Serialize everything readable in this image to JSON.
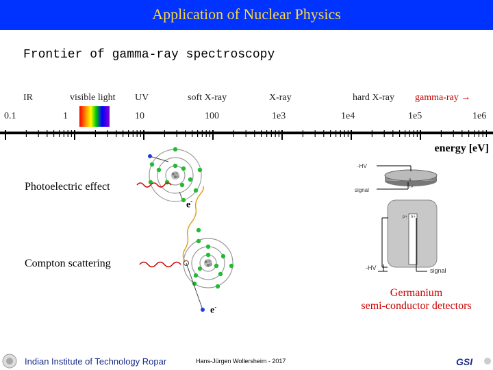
{
  "header": {
    "title": "Application of Nuclear Physics"
  },
  "subtitle": "Frontier of gamma-ray spectroscopy",
  "spectrum": {
    "bands": [
      "IR",
      "visible light",
      "UV",
      "soft X-ray",
      "X-ray",
      "hard X-ray",
      "gamma-ray →"
    ],
    "ticks": [
      "0.1",
      "1",
      "10",
      "100",
      "1e3",
      "1e4",
      "1e5",
      "1e6"
    ],
    "axis_label": "energy [eV]",
    "highlight_color": "#cc0000"
  },
  "processes": {
    "photoelectric": "Photoelectric effect",
    "compton": "Compton scattering",
    "electron": "e",
    "electron_sup": "-"
  },
  "detector": {
    "hv_top": "-HV",
    "signal_top": "signal",
    "p_label": "p",
    "n_label": "n+",
    "p_plus": "p+",
    "hv_bottom": "-HV",
    "signal_bottom": "signal",
    "caption_line1": "Germanium",
    "caption_line2": "semi-conductor detectors"
  },
  "footer": {
    "institute": "Indian Institute of Technology Ropar",
    "author": "Hans-Jürgen Wollersheim - 2017",
    "logo_right": "GSI"
  },
  "colors": {
    "title_bar": "#0033ff",
    "title_text": "#ffd83a",
    "electron": "#22bb33",
    "photon": "#cc0000",
    "scattered_photon": "#e0a020",
    "free_electron": "#1a3fd8"
  }
}
